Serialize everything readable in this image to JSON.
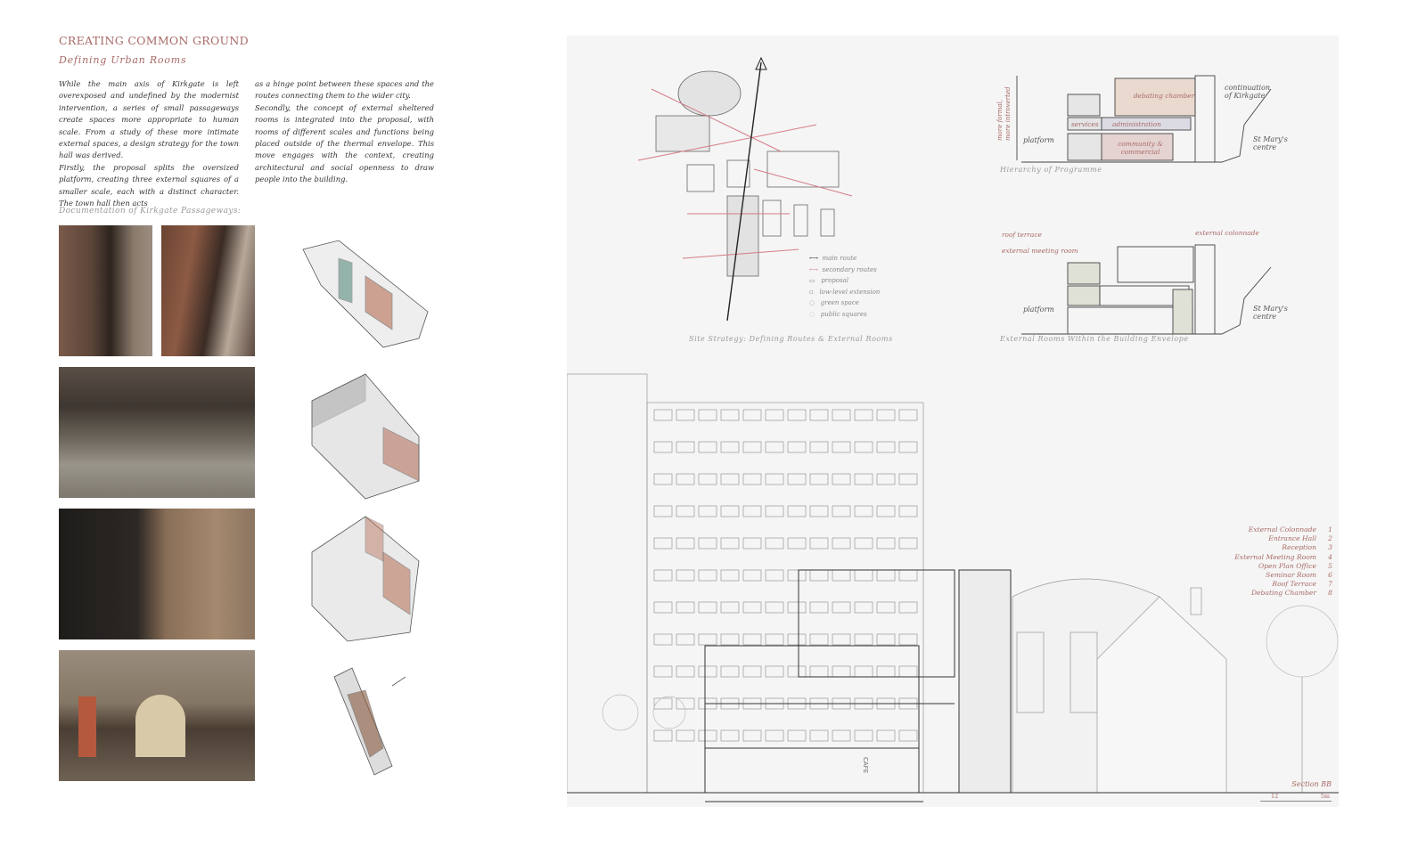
{
  "header": {
    "title": "CREATING COMMON GROUND",
    "subtitle": "Defining Urban Rooms"
  },
  "body_text": {
    "col1": [
      "While the main axis of Kirkgate is left overexposed and undefined by the modernist intervention, a series of small passageways create spaces more appropriate to human scale. From a study of these more intimate external spaces, a design strategy for the town hall was derived.",
      "Firstly, the proposal splits the oversized platform, creating three external squares of a smaller scale, each with a distinct character. The town hall then acts"
    ],
    "col2": [
      "as a hinge point between these spaces and the routes connecting them to the wider city.",
      "Secondly, the concept of external sheltered rooms is integrated into the proposal, with rooms of different scales and functions being placed outside of the thermal envelope. This move engages with the context, creating architectural and social openness to draw people into the building."
    ]
  },
  "documentation_heading": "Documentation of Kirkgate Passageways:",
  "site_strategy": {
    "caption": "Site Strategy: Defining Routes & External Rooms",
    "legend": [
      "main route",
      "secondary routes",
      "proposal",
      "low-level extension",
      "green space",
      "public squares"
    ]
  },
  "hierarchy": {
    "caption": "Hierarchy of Programme",
    "axis_label": [
      "more formal,",
      "more introverted"
    ],
    "labels": {
      "debating": "debating chamber",
      "services": "services",
      "administration": "administration",
      "community": "community & commercial",
      "platform": "platform",
      "kirkgate": "continuation of Kirkgate",
      "st_marys": "St Mary's centre"
    }
  },
  "external_rooms": {
    "caption": "External Rooms Within the Building Envelope",
    "labels": {
      "roof_terrace": "roof terrace",
      "meeting_room": "external meeting room",
      "colonnade": "external colonnade",
      "platform": "platform",
      "st_marys": "St Mary's centre"
    }
  },
  "section": {
    "key": [
      {
        "label": "External Colonnade",
        "n": "1"
      },
      {
        "label": "Entrance Hall",
        "n": "2"
      },
      {
        "label": "Reception",
        "n": "3"
      },
      {
        "label": "External Meeting Room",
        "n": "4"
      },
      {
        "label": "Open Plan Office",
        "n": "5"
      },
      {
        "label": "Seminar Room",
        "n": "6"
      },
      {
        "label": "Roof Terrace",
        "n": "7"
      },
      {
        "label": "Debating Chamber",
        "n": "8"
      }
    ],
    "title": "Section BB",
    "scale": [
      "1",
      "2",
      "5m"
    ],
    "cafe_label": "CAFE"
  },
  "colors": {
    "accent": "#a86a66",
    "panel": "#f5f5f5"
  }
}
